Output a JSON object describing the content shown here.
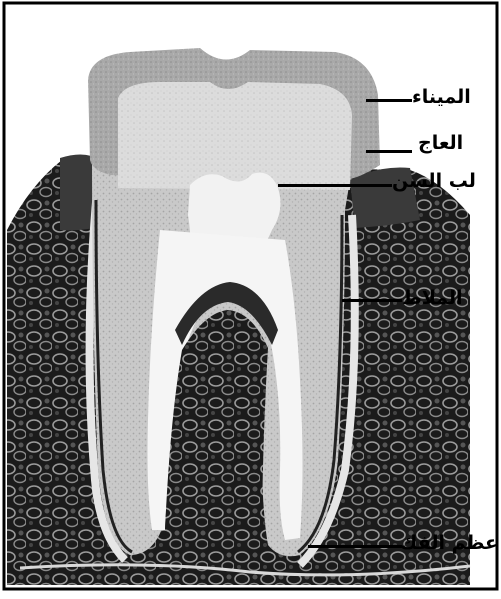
{
  "figure": {
    "labels": {
      "enamel": "الميناء",
      "dentin": "العاج",
      "pulp": "لب السن",
      "cementum": "الملاط",
      "jawbone": "عظم الفك"
    }
  }
}
